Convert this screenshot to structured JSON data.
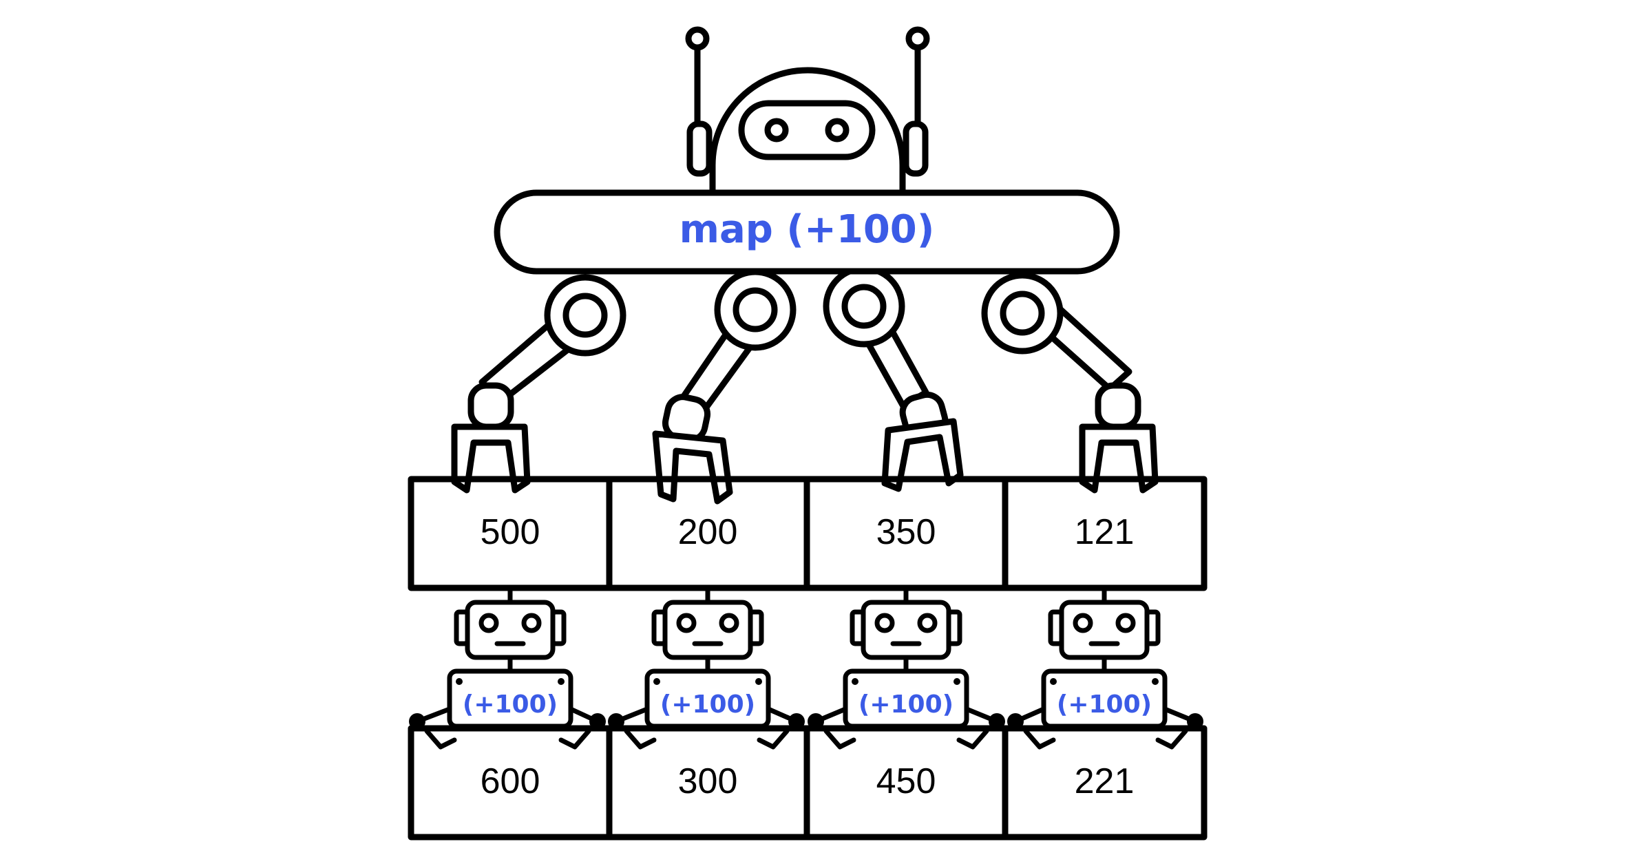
{
  "operation": {
    "label": "map (+100)",
    "worker_label": "(+100)",
    "accent_color": "#3b5be6"
  },
  "input_array": [
    "500",
    "200",
    "350",
    "121"
  ],
  "output_array": [
    "600",
    "300",
    "450",
    "221"
  ]
}
